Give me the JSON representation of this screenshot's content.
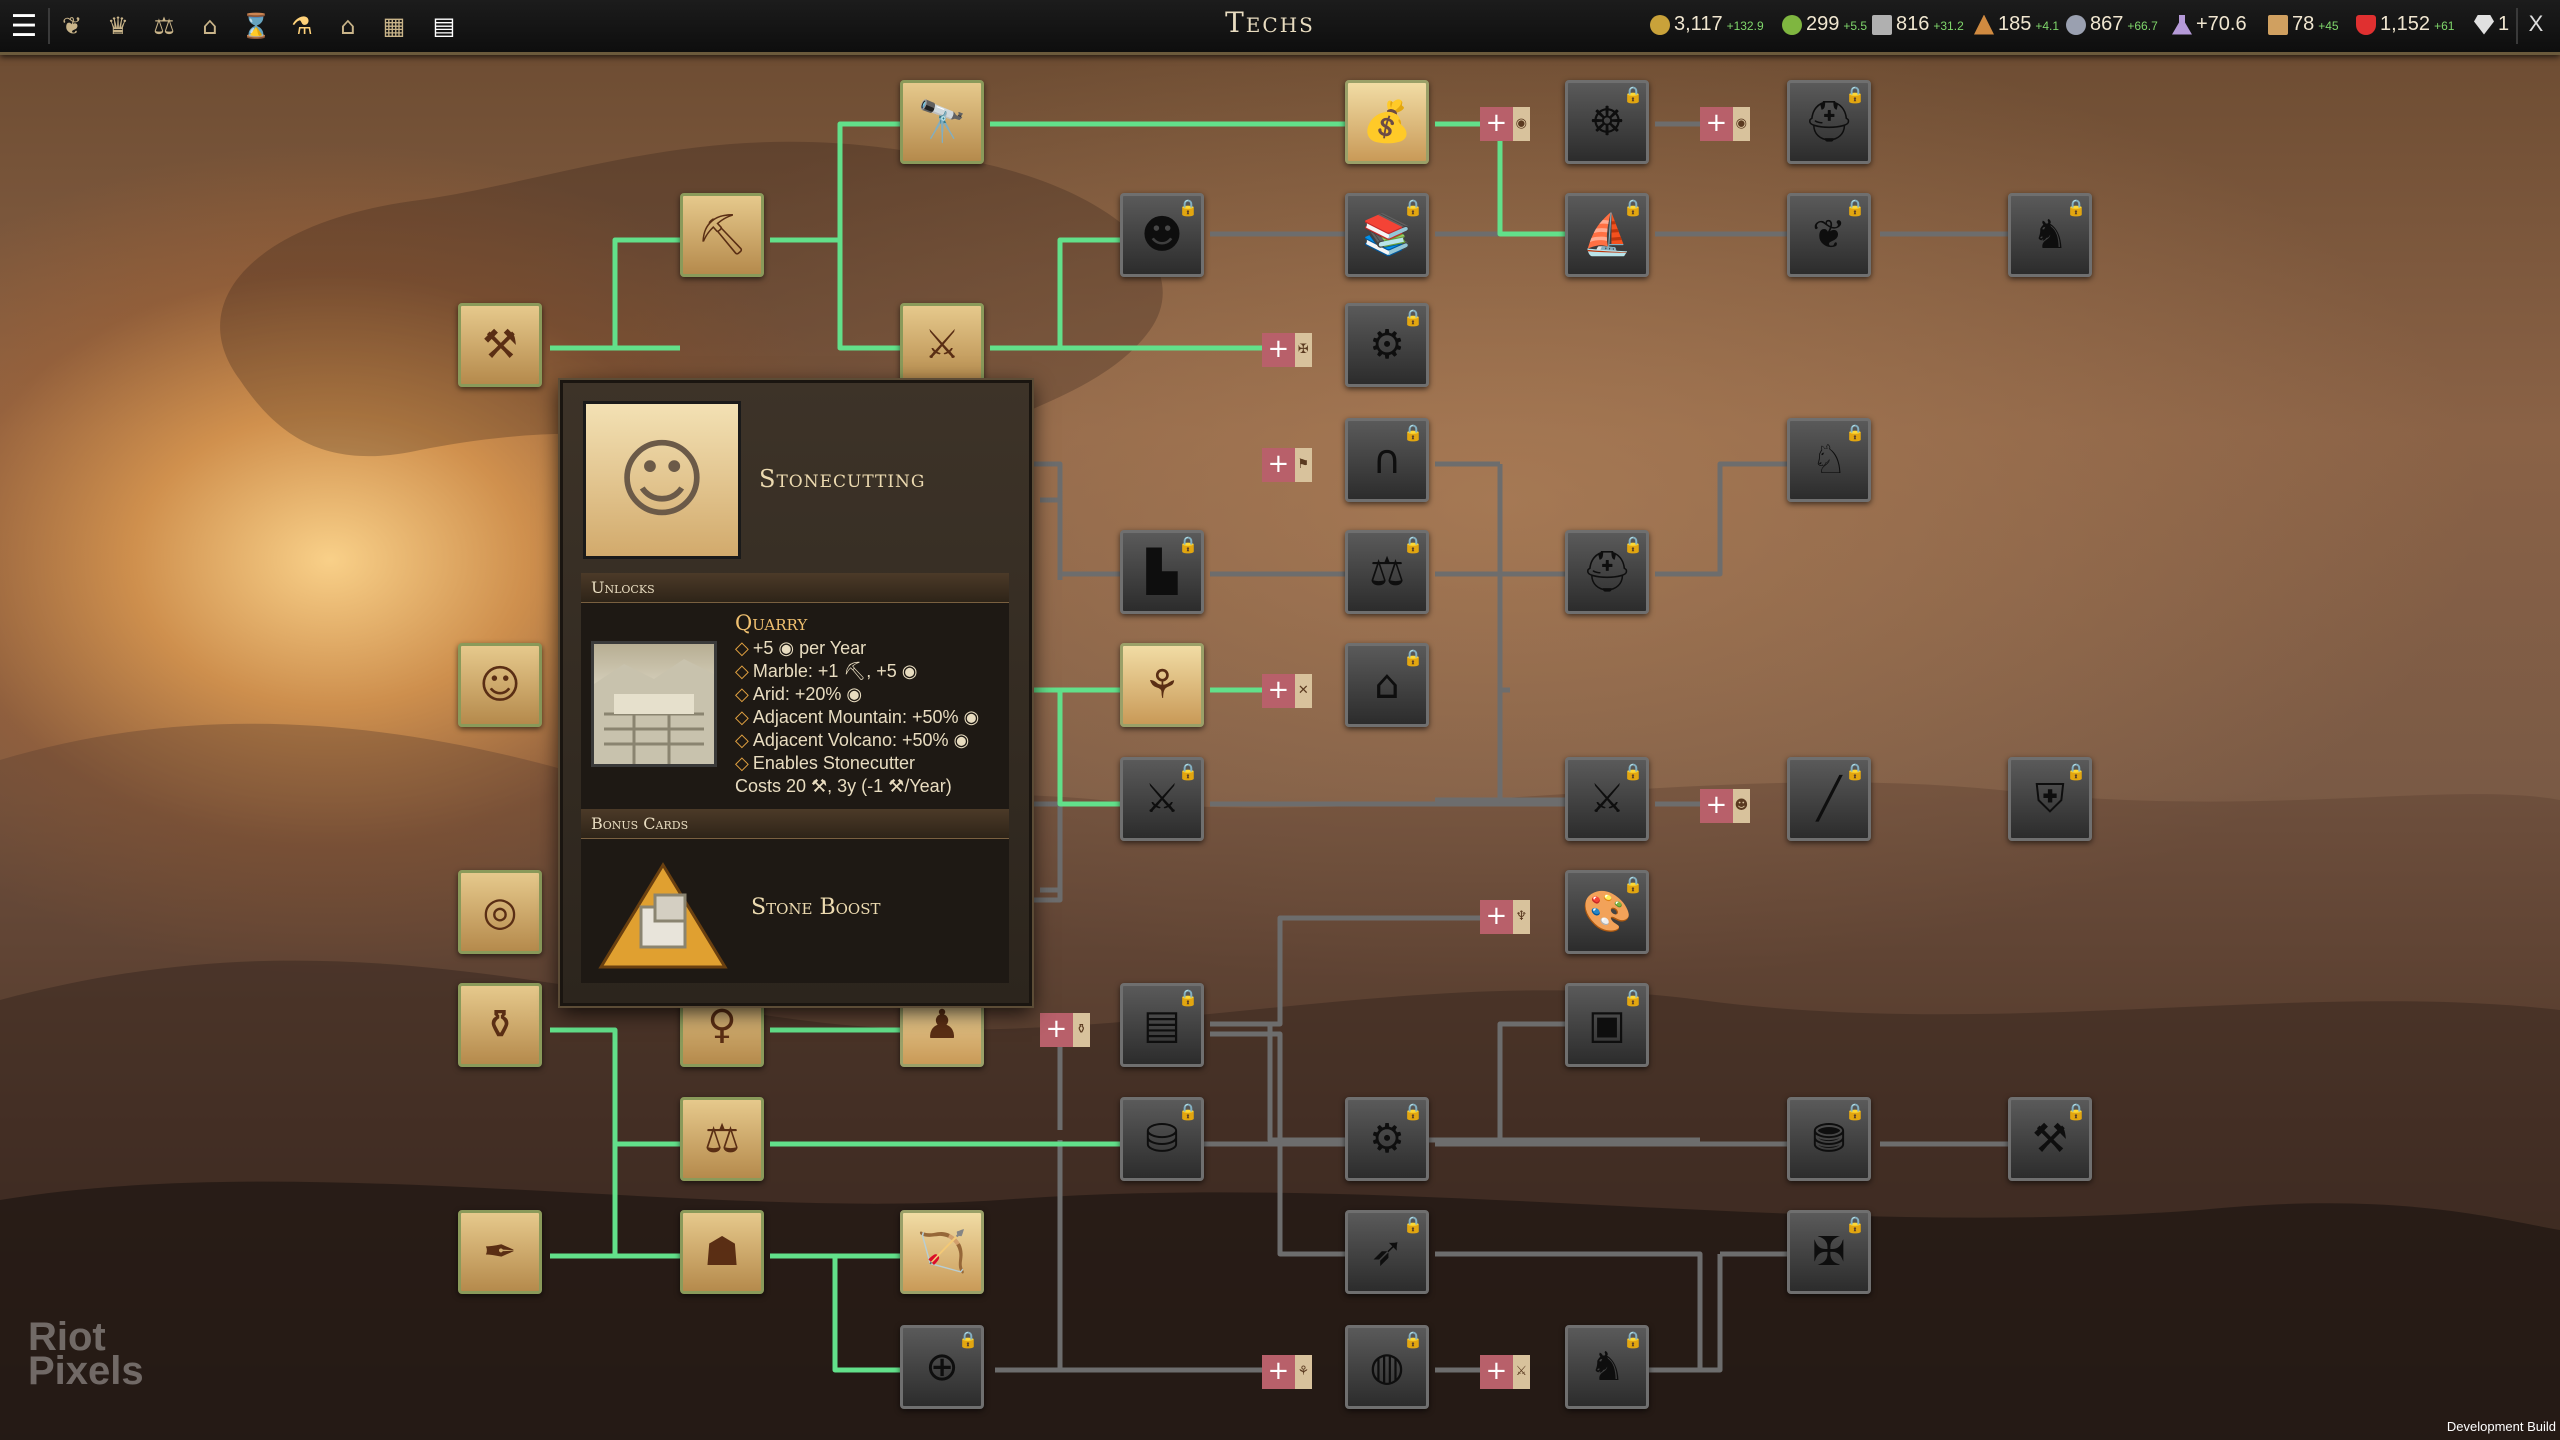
{
  "topbar": {
    "title": "Techs",
    "buttons": [
      {
        "name": "main-menu-icon",
        "glyph": "☰"
      },
      {
        "name": "wreath-icon",
        "glyph": "❦"
      },
      {
        "name": "crown-icon",
        "glyph": "♛"
      },
      {
        "name": "scales-icon",
        "glyph": "⚖"
      },
      {
        "name": "temple-icon",
        "glyph": "⌂"
      },
      {
        "name": "hourglass-icon",
        "glyph": "⌛"
      },
      {
        "name": "techs-icon",
        "glyph": "⚗"
      },
      {
        "name": "home-icon",
        "glyph": "⌂"
      },
      {
        "name": "map-icon",
        "glyph": "▦"
      },
      {
        "name": "book-icon",
        "glyph": "▤"
      }
    ],
    "resources": [
      {
        "name": "gold",
        "value": "3,117",
        "delta": "+132.9",
        "color": "#c9a23a"
      },
      {
        "name": "food",
        "value": "299",
        "delta": "+5.5",
        "color": "#7fb640"
      },
      {
        "name": "military",
        "value": "816",
        "delta": "+31.2",
        "color": "#b0b0b0"
      },
      {
        "name": "wood",
        "value": "185",
        "delta": "+4.1",
        "color": "#d08a40"
      },
      {
        "name": "stone",
        "value": "867",
        "delta": "+66.7",
        "color": "#9aa0b0"
      },
      {
        "name": "science",
        "value": "+70.6",
        "delta": "",
        "color": "#b59ad8"
      },
      {
        "name": "production",
        "value": "78",
        "delta": "+45",
        "color": "#d0a060"
      },
      {
        "name": "health",
        "value": "1,152",
        "delta": "+61",
        "color": "#e03030"
      },
      {
        "name": "gems",
        "value": "1",
        "delta": "",
        "color": "#e0e0e0"
      }
    ],
    "close_label": "X"
  },
  "tooltip": {
    "tech_name": "Stonecutting",
    "unlocks_header": "Unlocks",
    "quarry": {
      "title": "Quarry",
      "lines": [
        "+5 ◉ per Year",
        "Marble: +1 ⛏, +5 ◉",
        "Arid: +20% ◉",
        "Adjacent Mountain: +50% ◉",
        "Adjacent Volcano: +50% ◉",
        "Enables Stonecutter"
      ],
      "cost": "Costs 20 ⚒, 3y (-1 ⚒/Year)"
    },
    "bonus_header": "Bonus Cards",
    "bonus_card": "Stone Boost"
  },
  "nodes": [
    {
      "id": "tools",
      "state": "done",
      "glyph": "⚒"
    },
    {
      "id": "mining",
      "state": "done",
      "glyph": "⛏"
    },
    {
      "id": "telescope",
      "state": "done",
      "glyph": "🔭"
    },
    {
      "id": "warfare",
      "state": "done",
      "glyph": "⚔"
    },
    {
      "id": "currency",
      "state": "avail",
      "glyph": "💰"
    },
    {
      "id": "wheel",
      "state": "locked",
      "glyph": "☸"
    },
    {
      "id": "helmet",
      "state": "locked",
      "glyph": "⛑"
    },
    {
      "id": "slaves",
      "state": "locked",
      "glyph": "☻"
    },
    {
      "id": "library",
      "state": "locked",
      "glyph": "📚"
    },
    {
      "id": "sailing",
      "state": "locked",
      "glyph": "⛵"
    },
    {
      "id": "eagle",
      "state": "locked",
      "glyph": "❦"
    },
    {
      "id": "horse-head",
      "state": "locked",
      "glyph": "♞"
    },
    {
      "id": "pipes",
      "state": "locked",
      "glyph": "⚙"
    },
    {
      "id": "stirrups",
      "state": "locked",
      "glyph": "∩"
    },
    {
      "id": "cavalry",
      "state": "locked",
      "glyph": "♘"
    },
    {
      "id": "fortress",
      "state": "locked",
      "glyph": "▙"
    },
    {
      "id": "masonry",
      "state": "locked",
      "glyph": "⚖"
    },
    {
      "id": "spartan",
      "state": "locked",
      "glyph": "⛑"
    },
    {
      "id": "stonecutting",
      "state": "done",
      "glyph": "☺"
    },
    {
      "id": "farming",
      "state": "avail",
      "glyph": "⚘"
    },
    {
      "id": "barn",
      "state": "locked",
      "glyph": "⌂"
    },
    {
      "id": "axes",
      "state": "locked",
      "glyph": "⚔"
    },
    {
      "id": "spears",
      "state": "locked",
      "glyph": "⚔"
    },
    {
      "id": "pike",
      "state": "locked",
      "glyph": "╱"
    },
    {
      "id": "shield",
      "state": "locked",
      "glyph": "⛨"
    },
    {
      "id": "trap",
      "state": "done",
      "glyph": "◎"
    },
    {
      "id": "palette",
      "state": "locked",
      "glyph": "🎨"
    },
    {
      "id": "pottery",
      "state": "done",
      "glyph": "⚱"
    },
    {
      "id": "religion",
      "state": "done",
      "glyph": "♀"
    },
    {
      "id": "monk",
      "state": "avail",
      "glyph": "♟"
    },
    {
      "id": "press",
      "state": "locked",
      "glyph": "▤"
    },
    {
      "id": "anvil",
      "state": "locked",
      "glyph": "▣"
    },
    {
      "id": "law",
      "state": "done",
      "glyph": "⚖"
    },
    {
      "id": "treasury",
      "state": "locked",
      "glyph": "⛁"
    },
    {
      "id": "gears",
      "state": "locked",
      "glyph": "⚙"
    },
    {
      "id": "coins",
      "state": "locked",
      "glyph": "⛃"
    },
    {
      "id": "hammer",
      "state": "locked",
      "glyph": "⚒"
    },
    {
      "id": "writing",
      "state": "done",
      "glyph": "✒"
    },
    {
      "id": "senate",
      "state": "done",
      "glyph": "☗"
    },
    {
      "id": "archery",
      "state": "avail",
      "glyph": "🏹"
    },
    {
      "id": "longbow",
      "state": "locked",
      "glyph": "➶"
    },
    {
      "id": "crossbow",
      "state": "locked",
      "glyph": "✠"
    },
    {
      "id": "compass",
      "state": "locked",
      "glyph": "⊕"
    },
    {
      "id": "globe",
      "state": "locked",
      "glyph": "◍"
    },
    {
      "id": "chess",
      "state": "locked",
      "glyph": "♞"
    }
  ],
  "branding": {
    "watermark": "Riot Pixels",
    "build_label": "Development Build"
  }
}
